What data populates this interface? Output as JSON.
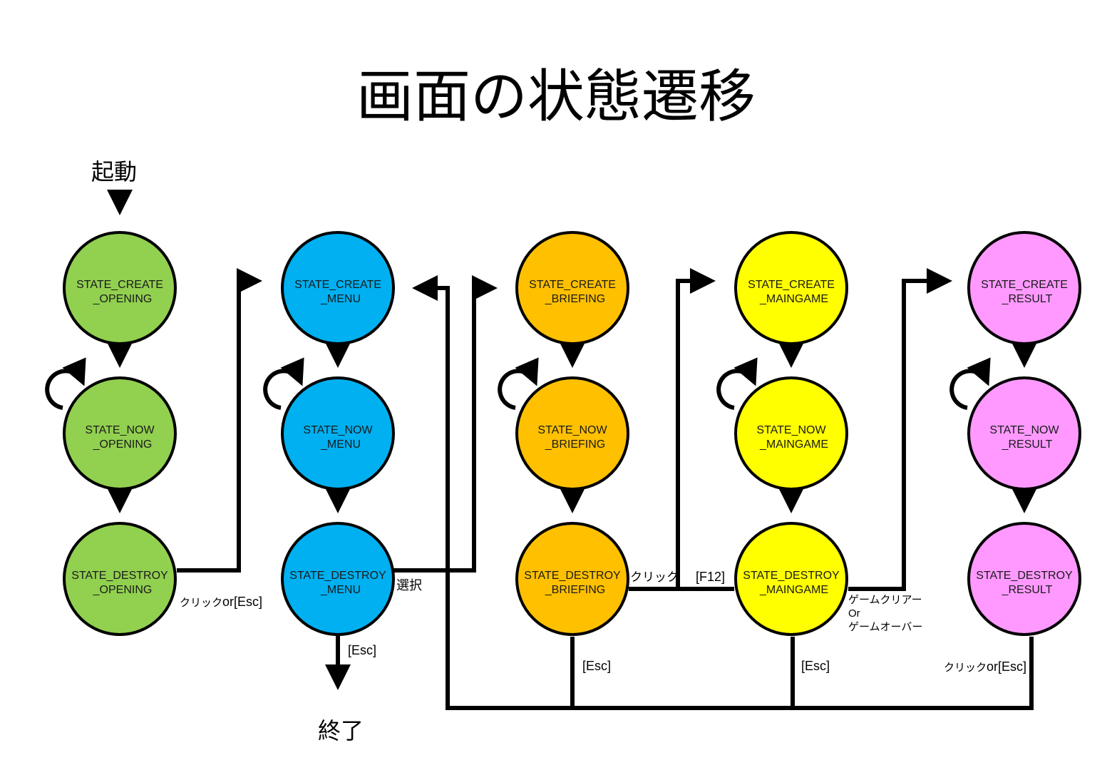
{
  "title": "画面の状態遷移",
  "start_label": "起動",
  "end_label": "終了",
  "colors": {
    "opening": "#92d050",
    "menu": "#00b0f0",
    "briefing": "#ffc000",
    "maingame": "#ffff00",
    "result": "#ff99ff"
  },
  "columns": [
    {
      "id": "opening",
      "nodes": [
        {
          "line1": "STATE_CREATE",
          "line2": "_OPENING"
        },
        {
          "line1": "STATE_NOW",
          "line2": "_OPENING"
        },
        {
          "line1": "STATE_DESTROY",
          "line2": "_OPENING"
        }
      ]
    },
    {
      "id": "menu",
      "nodes": [
        {
          "line1": "STATE_CREATE",
          "line2": "_MENU"
        },
        {
          "line1": "STATE_NOW",
          "line2": "_MENU"
        },
        {
          "line1": "STATE_DESTROY",
          "line2": "_MENU"
        }
      ]
    },
    {
      "id": "briefing",
      "nodes": [
        {
          "line1": "STATE_CREATE",
          "line2": "_BRIEFING"
        },
        {
          "line1": "STATE_NOW",
          "line2": "_BRIEFING"
        },
        {
          "line1": "STATE_DESTROY",
          "line2": "_BRIEFING"
        }
      ]
    },
    {
      "id": "maingame",
      "nodes": [
        {
          "line1": "STATE_CREATE",
          "line2": "_MAINGAME"
        },
        {
          "line1": "STATE_NOW",
          "line2": "_MAINGAME"
        },
        {
          "line1": "STATE_DESTROY",
          "line2": "_MAINGAME"
        }
      ]
    },
    {
      "id": "result",
      "nodes": [
        {
          "line1": "STATE_CREATE",
          "line2": "_RESULT"
        },
        {
          "line1": "STATE_NOW",
          "line2": "_RESULT"
        },
        {
          "line1": "STATE_DESTROY",
          "line2": "_RESULT"
        }
      ]
    }
  ],
  "edge_labels": {
    "opening_to_menu_jp": "クリック",
    "opening_to_menu_key": "or[Esc]",
    "menu_select": "選択",
    "menu_exit": "[Esc]",
    "briefing_click": "クリック",
    "briefing_f12": "[F12]",
    "briefing_esc": "[Esc]",
    "maingame_clear": "ゲームクリアー",
    "maingame_or": "Or",
    "maingame_over": "ゲームオーバー",
    "maingame_esc": "[Esc]",
    "result_jp": "クリック",
    "result_key": "or[Esc]"
  }
}
